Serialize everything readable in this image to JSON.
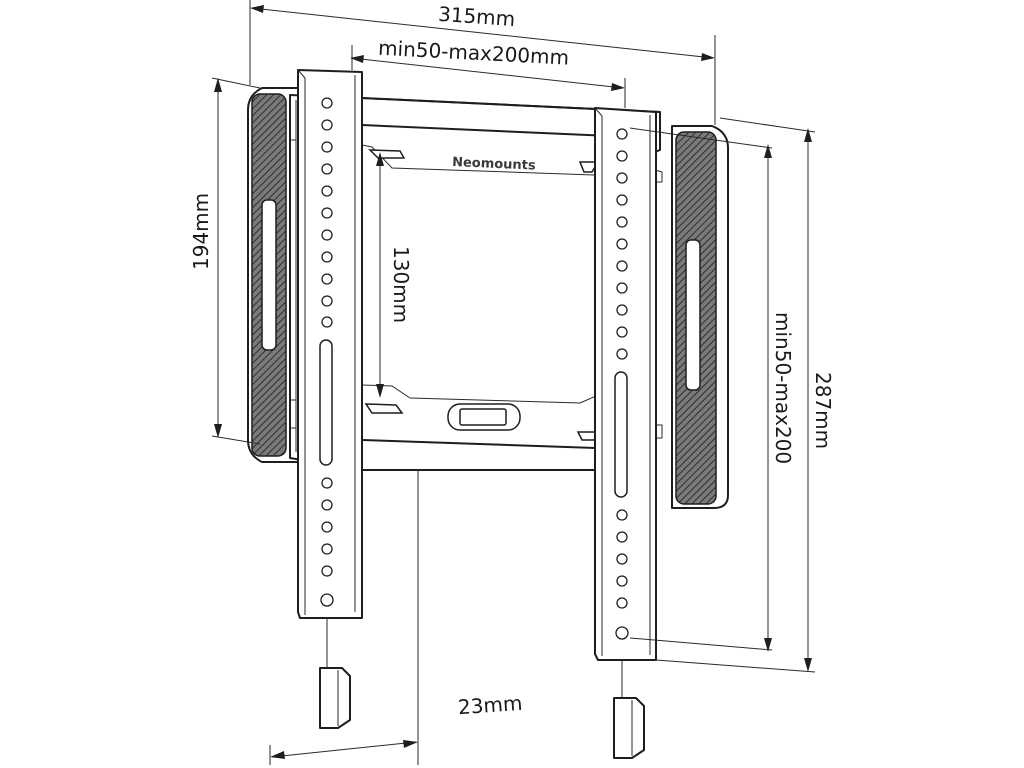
{
  "brand": "Neomounts",
  "dimensions": {
    "overall_width": "315mm",
    "vesa_width": "min50-max200mm",
    "pad_height": "194mm",
    "frame_height": "130mm",
    "vesa_height": "min50-max200",
    "overall_height": "287mm",
    "wall_distance": "23mm"
  }
}
